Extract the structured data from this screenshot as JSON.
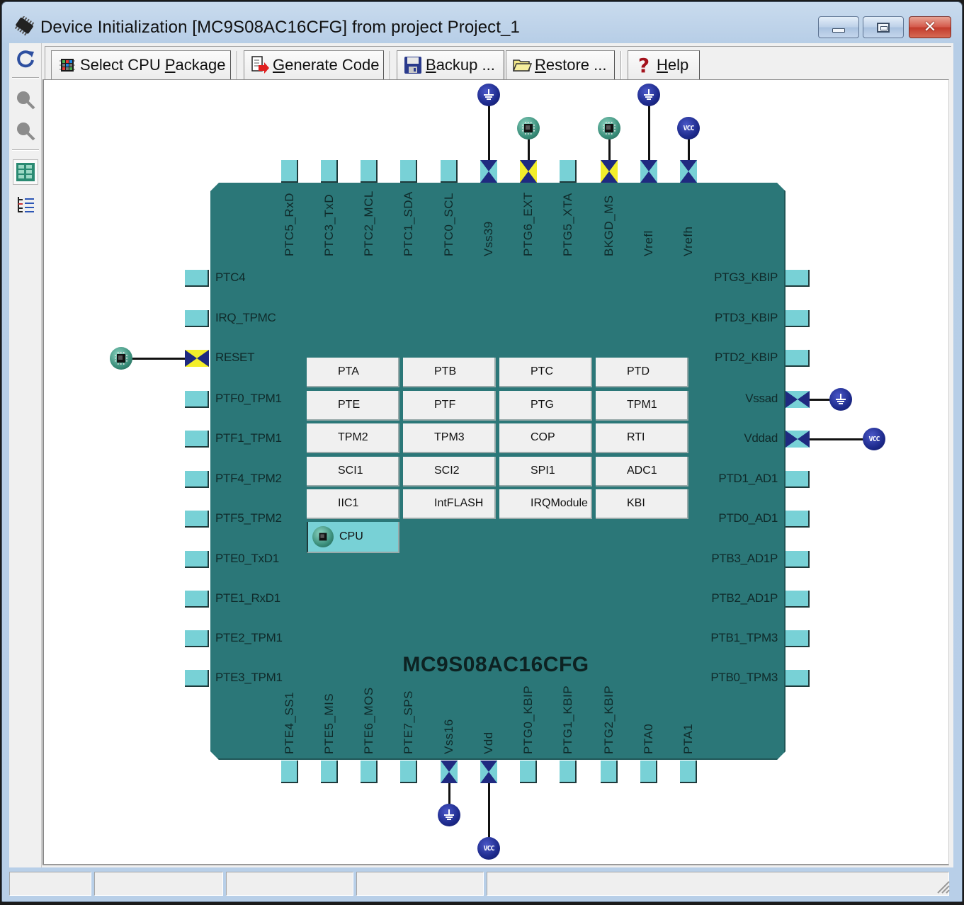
{
  "window": {
    "title": "Device Initialization [MC9S08AC16CFG] from project Project_1",
    "controls": [
      "minimize",
      "maximize",
      "close"
    ]
  },
  "left_toolbar": {
    "items": [
      {
        "name": "refresh",
        "icon": "refresh-icon"
      },
      {
        "name": "zoom-in",
        "icon": "zoom-in-icon"
      },
      {
        "name": "zoom-out",
        "icon": "zoom-out-icon"
      },
      {
        "name": "chip-view",
        "icon": "grid-view-icon",
        "active": true
      },
      {
        "name": "table-view",
        "icon": "list-view-icon"
      }
    ]
  },
  "toolbar": {
    "select_cpu_package": {
      "pre": "Select CPU ",
      "mnemonic": "P",
      "post": "ackage"
    },
    "generate_code": {
      "pre": "",
      "mnemonic": "G",
      "post": "enerate Code"
    },
    "backup": {
      "pre": "",
      "mnemonic": "B",
      "post": "ackup ..."
    },
    "restore": {
      "pre": "",
      "mnemonic": "R",
      "post": "estore ..."
    },
    "help": {
      "pre": "",
      "mnemonic": "H",
      "post": "elp"
    }
  },
  "chip": {
    "name": "MC9S08AC16CFG",
    "pins_top": [
      {
        "label": "PTC5_RxD",
        "type": "normal"
      },
      {
        "label": "PTC3_TxD",
        "type": "normal"
      },
      {
        "label": "PTC2_MCL",
        "type": "normal"
      },
      {
        "label": "PTC1_SDA",
        "type": "normal"
      },
      {
        "label": "PTC0_SCL",
        "type": "normal"
      },
      {
        "label": "Vss39",
        "type": "power",
        "connection": "gnd"
      },
      {
        "label": "PTG6_EXT",
        "type": "used",
        "connection": "cpu"
      },
      {
        "label": "PTG5_XTA",
        "type": "normal"
      },
      {
        "label": "BKGD_MS",
        "type": "used",
        "connection": "cpu"
      },
      {
        "label": "Vrefl",
        "type": "power",
        "connection": "gnd"
      },
      {
        "label": "Vrefh",
        "type": "power",
        "connection": "vcc"
      }
    ],
    "pins_left": [
      {
        "label": "PTC4",
        "type": "normal"
      },
      {
        "label": "IRQ_TPMC",
        "type": "normal"
      },
      {
        "label": "RESET",
        "type": "used",
        "connection": "cpu"
      },
      {
        "label": "PTF0_TPM1",
        "type": "normal"
      },
      {
        "label": "PTF1_TPM1",
        "type": "normal"
      },
      {
        "label": "PTF4_TPM2",
        "type": "normal"
      },
      {
        "label": "PTF5_TPM2",
        "type": "normal"
      },
      {
        "label": "PTE0_TxD1",
        "type": "normal"
      },
      {
        "label": "PTE1_RxD1",
        "type": "normal"
      },
      {
        "label": "PTE2_TPM1",
        "type": "normal"
      },
      {
        "label": "PTE3_TPM1",
        "type": "normal"
      }
    ],
    "pins_right": [
      {
        "label": "PTG3_KBIP",
        "type": "normal"
      },
      {
        "label": "PTD3_KBIP",
        "type": "normal"
      },
      {
        "label": "PTD2_KBIP",
        "type": "normal"
      },
      {
        "label": "Vssad",
        "type": "power",
        "connection": "gnd"
      },
      {
        "label": "Vddad",
        "type": "power",
        "connection": "vcc"
      },
      {
        "label": "PTD1_AD1",
        "type": "normal"
      },
      {
        "label": "PTD0_AD1",
        "type": "normal"
      },
      {
        "label": "PTB3_AD1P",
        "type": "normal"
      },
      {
        "label": "PTB2_AD1P",
        "type": "normal"
      },
      {
        "label": "PTB1_TPM3",
        "type": "normal"
      },
      {
        "label": "PTB0_TPM3",
        "type": "normal"
      }
    ],
    "pins_bottom": [
      {
        "label": "PTE4_SS1",
        "type": "normal"
      },
      {
        "label": "PTE5_MIS",
        "type": "normal"
      },
      {
        "label": "PTE6_MOS",
        "type": "normal"
      },
      {
        "label": "PTE7_SPS",
        "type": "normal"
      },
      {
        "label": "Vss16",
        "type": "power",
        "connection": "gnd"
      },
      {
        "label": "Vdd",
        "type": "power",
        "connection": "vcc"
      },
      {
        "label": "PTG0_KBIP",
        "type": "normal"
      },
      {
        "label": "PTG1_KBIP",
        "type": "normal"
      },
      {
        "label": "PTG2_KBIP",
        "type": "normal"
      },
      {
        "label": "PTA0",
        "type": "normal"
      },
      {
        "label": "PTA1",
        "type": "normal"
      }
    ],
    "modules": [
      [
        "PTA",
        "PTB",
        "PTC",
        "PTD"
      ],
      [
        "PTE",
        "PTF",
        "PTG",
        "TPM1"
      ],
      [
        "TPM2",
        "TPM3",
        "COP",
        "RTI"
      ],
      [
        "SCI1",
        "SCI2",
        "SPI1",
        "ADC1"
      ],
      [
        "IIC1",
        "IntFLASH",
        "IRQModule",
        "KBI"
      ]
    ],
    "cpu_module": "CPU",
    "vcc_text": "VCC"
  },
  "colors": {
    "chip_body": "#2b7778",
    "pin_free": "#78d1d6",
    "pin_used": "#f3ee2b",
    "power_node": "#1d2a8c"
  },
  "statusbar": {
    "cells": [
      "",
      "",
      "",
      "",
      ""
    ]
  }
}
